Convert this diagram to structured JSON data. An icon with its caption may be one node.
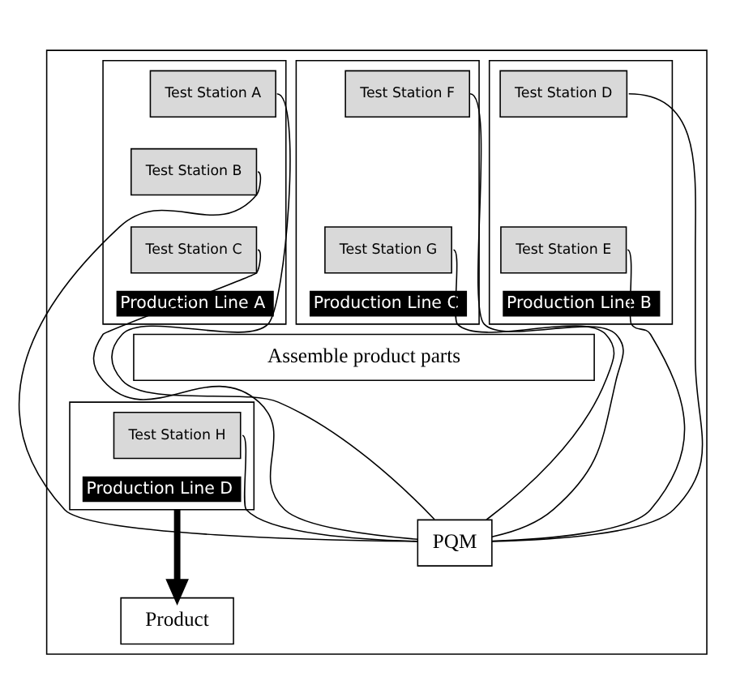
{
  "diagram": {
    "nodes": [
      {
        "text": [],
        "shape": "box"
      },
      {
        "text": [
          "Production Line A"
        ],
        "in": 0
      },
      {
        "text": [
          "Test Station A"
        ],
        "in": 1
      },
      {
        "text": [
          "Test Station B"
        ],
        "in": 1
      },
      {
        "text": [
          "Test Station C"
        ],
        "in": 1
      },
      {
        "text": [
          "Production Line B"
        ],
        "in": 0
      },
      {
        "text": [
          "Test Station D"
        ],
        "in": 5
      },
      {
        "text": [
          "Test Station E"
        ],
        "in": 5
      },
      {
        "text": [
          "Production Line C"
        ],
        "in": 0
      },
      {
        "text": [
          "Test Station F"
        ],
        "in": 8
      },
      {
        "text": [
          "Test Station G"
        ],
        "in": 8
      },
      {
        "text": [
          "Assemble product parts"
        ],
        "in": 0
      },
      {
        "text": [
          "Production Line D"
        ],
        "in": 0
      },
      {
        "text": [
          "Test Station H"
        ],
        "in": 12
      },
      {
        "text": [
          "Product"
        ],
        "in": 0
      },
      {
        "text": [
          "PQM"
        ],
        "in": 0
      }
    ],
    "edges": [
      {
        "from": 2,
        "to": 15,
        "arrow": "none"
      },
      {
        "from": 3,
        "to": 15,
        "arrow": "none"
      },
      {
        "from": 4,
        "to": 15,
        "arrow": "none"
      },
      {
        "from": 6,
        "to": 15,
        "arrow": "none"
      },
      {
        "from": 7,
        "to": 15,
        "arrow": "none"
      },
      {
        "from": 9,
        "to": 15,
        "arrow": "none"
      },
      {
        "from": 10,
        "to": 15,
        "arrow": "none"
      },
      {
        "from": 13,
        "to": 15,
        "arrow": "none"
      },
      {
        "from": 12,
        "to": 14,
        "arrow": "to",
        "style": "thick"
      }
    ]
  }
}
